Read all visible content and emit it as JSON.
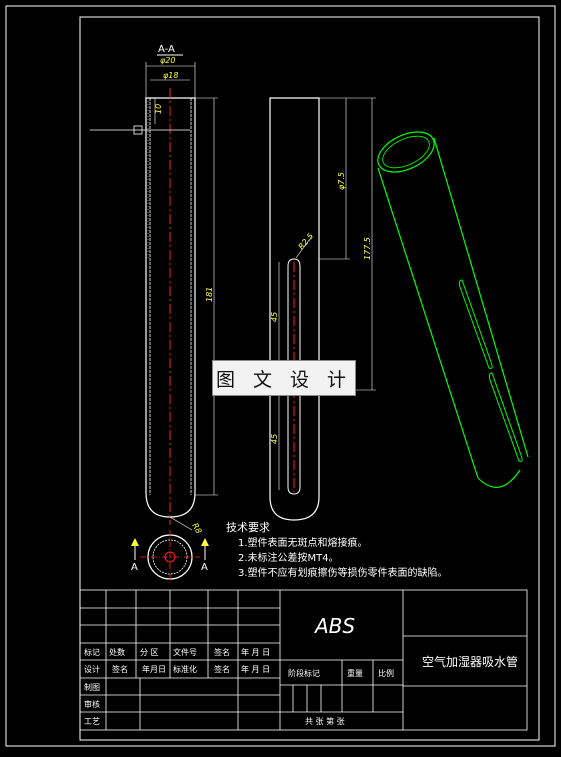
{
  "section_label": "A-A",
  "section_marker_left": "A",
  "section_marker_right": "A",
  "dimensions": {
    "outer_diameter": "φ20",
    "inner_diameter": "φ18",
    "top_gap": "10",
    "length": "181",
    "hole_diameter": "φ7.5",
    "slot_radius": "R2.5",
    "overall_length": "177.5",
    "slot_upper": "45",
    "slot_lower": "45",
    "bottom_radius": "R8"
  },
  "tech_requirements": {
    "title": "技术要求",
    "items": [
      "1.塑件表面无斑点和熔接痕。",
      "2.未标注公差按MT4。",
      "3.塑件不应有划痕擦伤等损伤零件表面的缺陷。"
    ]
  },
  "watermark": "图 文 设 计",
  "title_block": {
    "material": "ABS",
    "part_name": "空气加湿器吸水管",
    "row_revision": [
      "标记",
      "处数",
      "分 区",
      "文件号",
      "签名",
      "年 月 日"
    ],
    "row_design": [
      "设计",
      "签名",
      "年月日",
      "标准化",
      "签名",
      "年 月 日"
    ],
    "stage_mark": "阶段标记",
    "weight": "重量",
    "scale": "比例",
    "draw": "制图",
    "review": "审核",
    "process": "工艺",
    "sheets": "共   张 第   张"
  }
}
